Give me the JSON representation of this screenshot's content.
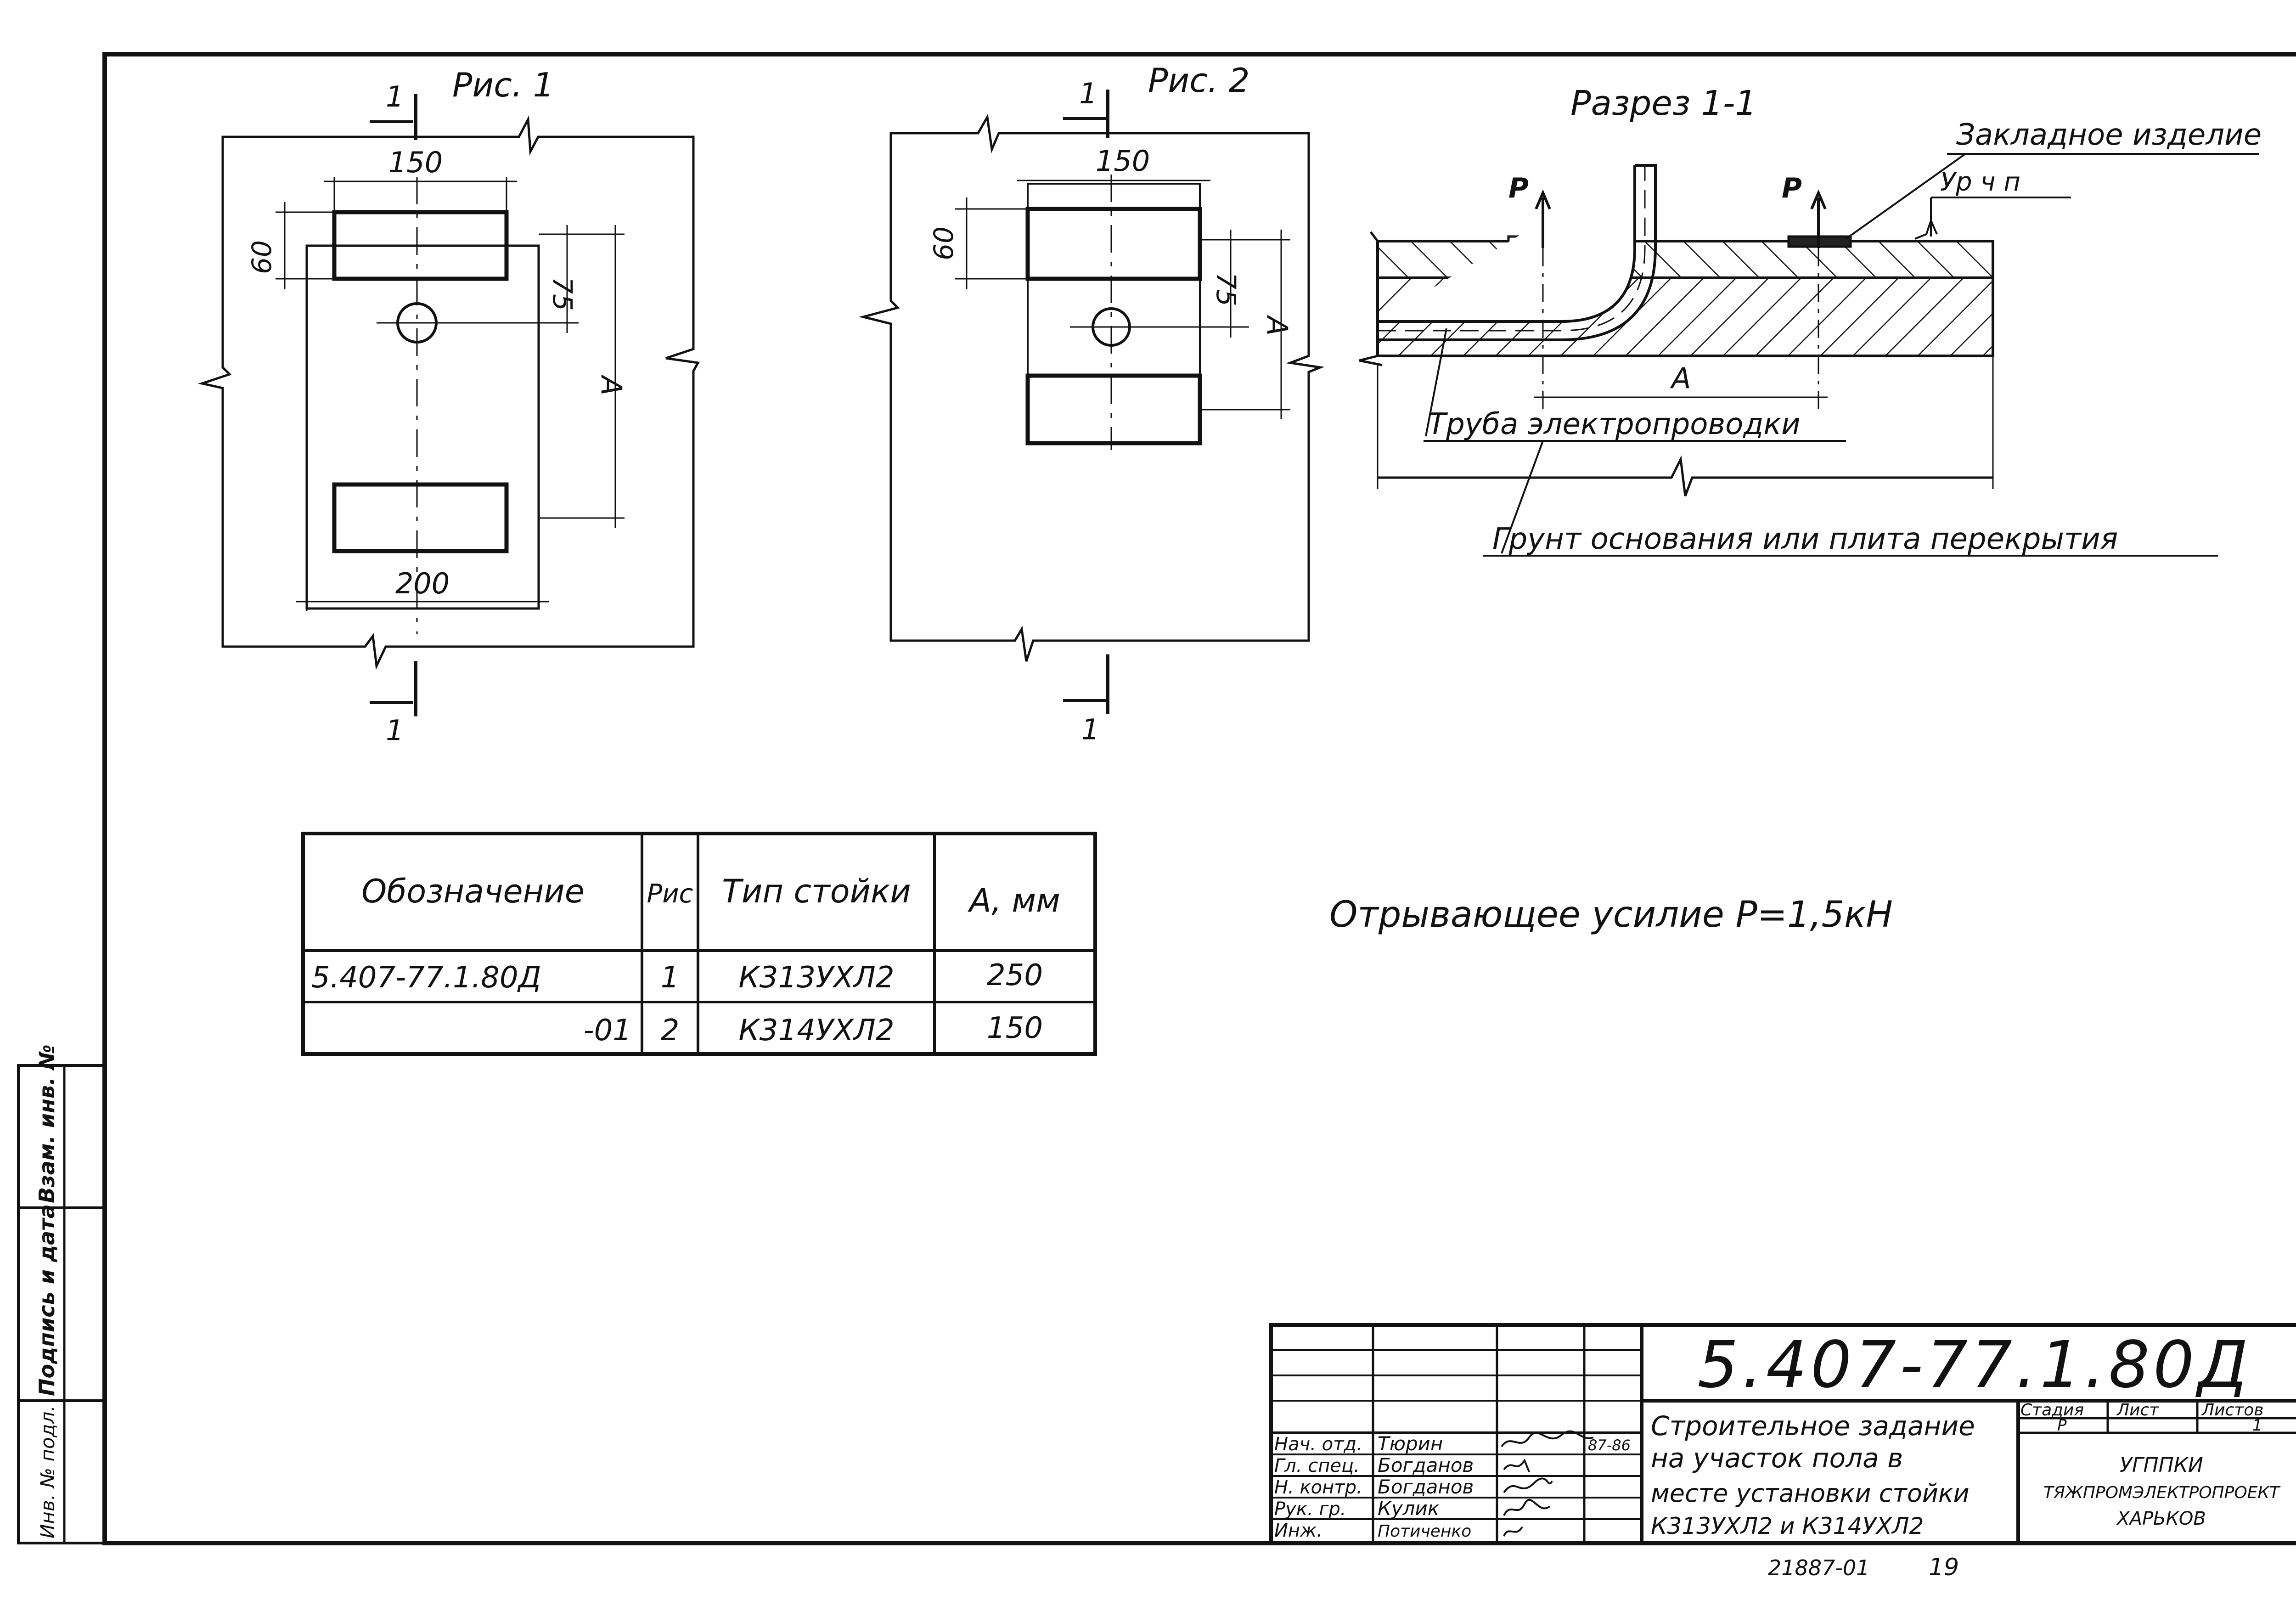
{
  "fig1": {
    "title": "Рис. 1",
    "dim_width_top": "150",
    "dim_width_bottom": "200",
    "dim_height": "60",
    "dim_offset": "75",
    "dim_a": "А",
    "cut_mark": "1"
  },
  "fig2": {
    "title": "Рис. 2",
    "dim_width_top": "150",
    "dim_height": "60",
    "dim_offset": "75",
    "dim_a": "А",
    "cut_mark": "1"
  },
  "section": {
    "title": "Разрез 1-1",
    "force_label": "Р",
    "embedded_part": "Закладное изделие",
    "floor_level": "Ур ч п",
    "dim_a": "А",
    "pipe_label": "Труба электропроводки",
    "ground_label": "Грунт основания или плита перекрытия"
  },
  "force_note": "Отрывающее усилие Р=1,5кН",
  "spec_table": {
    "headers": [
      "Обозначение",
      "Рис",
      "Тип стойки",
      "А, мм"
    ],
    "rows": [
      [
        "5.407-77.1.80Д",
        "1",
        "К313УХЛ2",
        "250"
      ],
      [
        "-01",
        "2",
        "К314УХЛ2",
        "150"
      ]
    ]
  },
  "side_stamp": {
    "col1": "Взам. инв. №",
    "col2": "Подпись и дата",
    "col3": "Инв. № подл."
  },
  "title_block": {
    "code": "5.407-77.1.80Д",
    "description": [
      "Строительное задание",
      "на участок пола в",
      "месте установки стойки",
      "К313УХЛ2 и К314УХЛ2"
    ],
    "roles": [
      "Нач. отд.",
      "Гл. спец.",
      "Н. контр.",
      "Рук. гр.",
      "Инж."
    ],
    "names": [
      "Тюрин",
      "Богданов",
      "Богданов",
      "Кулик",
      "Потиченко"
    ],
    "date": "87-86",
    "stage_header": "Стадия",
    "sheet_header": "Лист",
    "sheets_header": "Листов",
    "stage_value": "Р",
    "sheets_value": "1",
    "org_line1": "УГППКИ",
    "org_line2": "ТЯЖПРОМЭЛЕКТРОПРОЕКТ",
    "org_line3": "ХАРЬКОВ",
    "archive_no": "21887-01",
    "page_no": "19"
  }
}
